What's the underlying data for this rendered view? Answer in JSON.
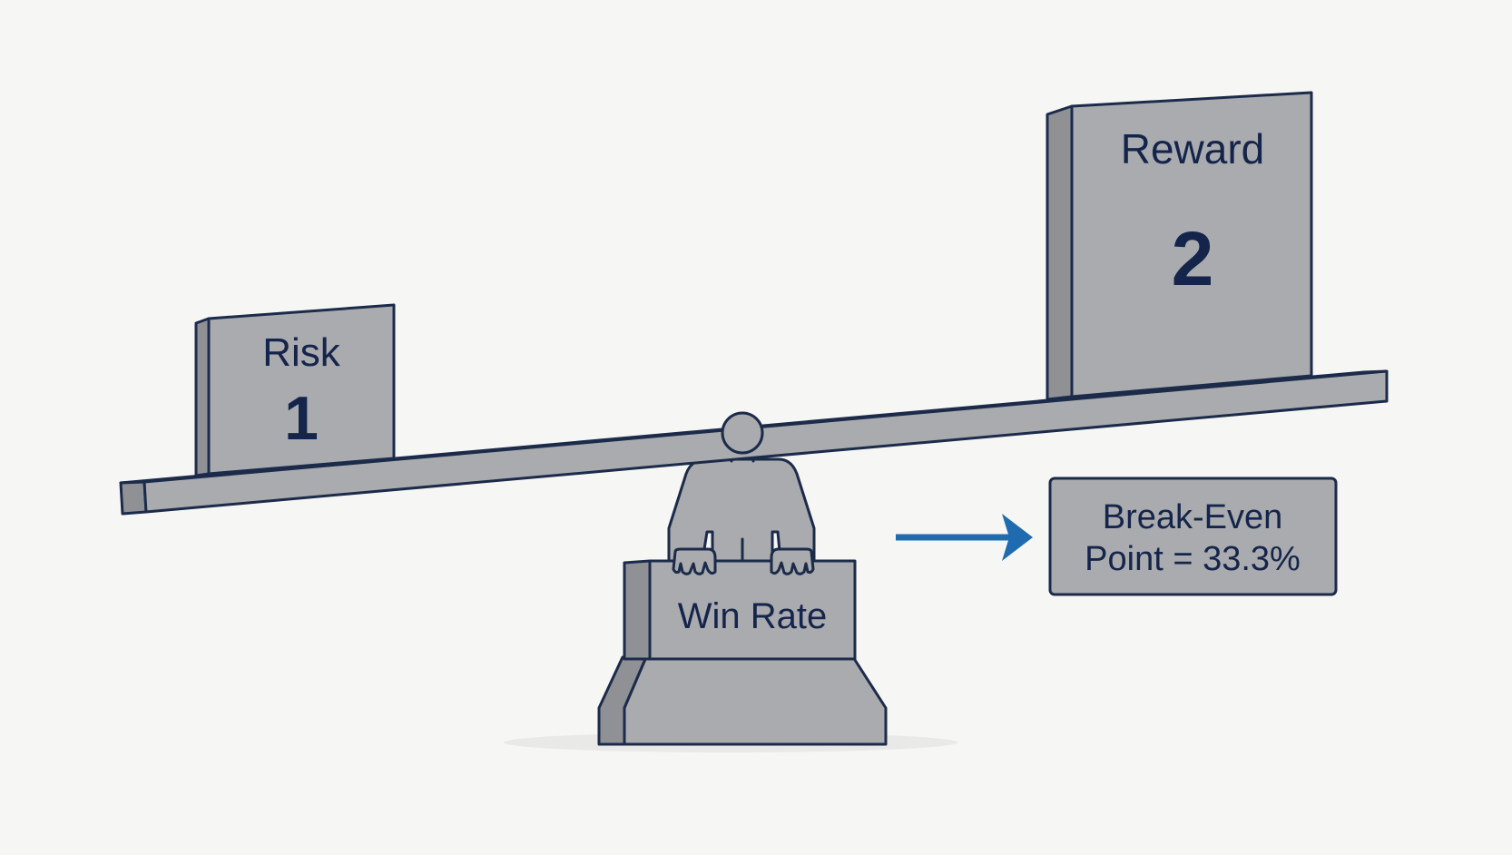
{
  "colors": {
    "background": "#f6f6f4",
    "fill": "#a9abae",
    "fill_dark": "#8f9195",
    "outline": "#1c2b4a",
    "text": "#15244a",
    "arrow": "#1f6bb0"
  },
  "icons": {
    "fulcrum": "person-icon",
    "arrow": "arrow-right-icon"
  },
  "risk_block": {
    "label": "Risk",
    "value": "1"
  },
  "reward_block": {
    "label": "Reward",
    "value": "2"
  },
  "fulcrum": {
    "label": "Win Rate"
  },
  "result": {
    "line1": "Break-Even",
    "line2": "Point = 33.3%"
  }
}
